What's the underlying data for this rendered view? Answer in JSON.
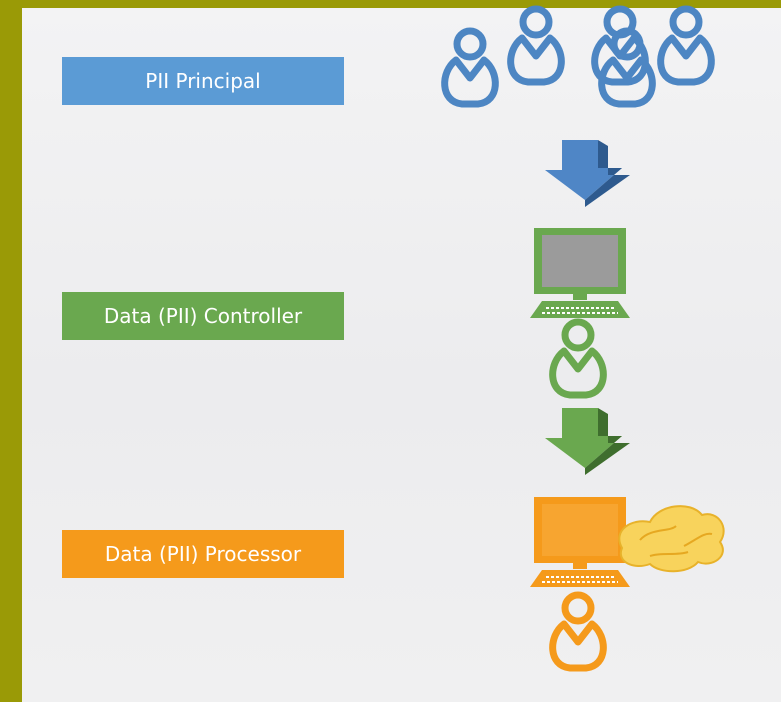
{
  "labels": {
    "principal": "PII Principal",
    "controller": "Data (PII) Controller",
    "processor": "Data (PII) Processor"
  },
  "colors": {
    "principal": "#5b9bd5",
    "controller": "#6aa84f",
    "processor": "#f59a1b",
    "background_frame": "#9a9a06"
  },
  "icons": [
    "user-group-icon",
    "down-arrow-icon",
    "computer-icon",
    "user-icon",
    "cloud-icon"
  ]
}
